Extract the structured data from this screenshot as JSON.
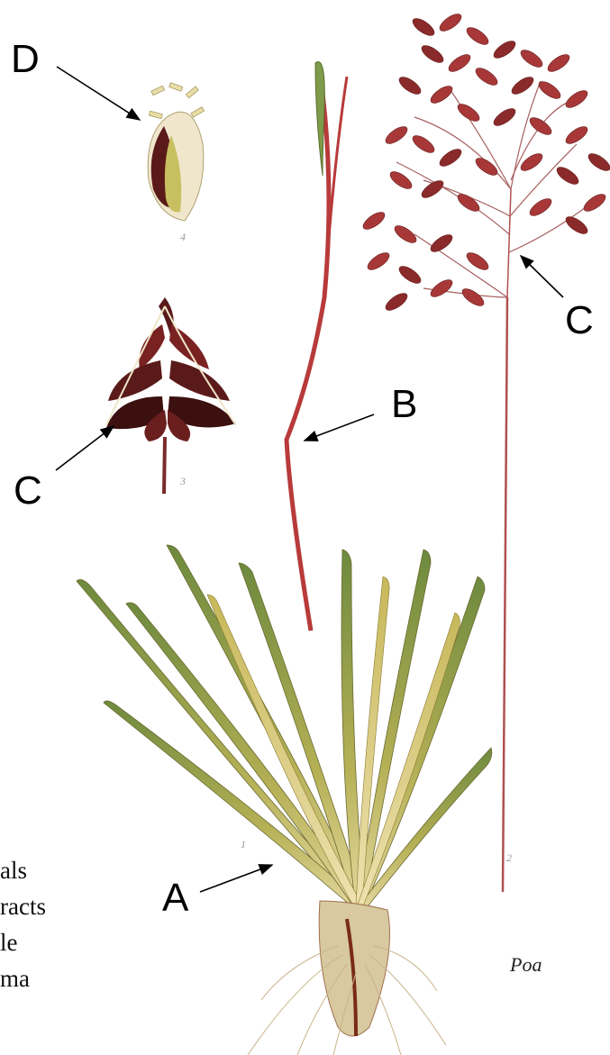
{
  "labels": {
    "a": "A",
    "b": "B",
    "c_right": "C",
    "c_left": "C",
    "d": "D"
  },
  "legend_fragments": [
    "als",
    "racts",
    "le",
    "ma"
  ],
  "genus": "Poa",
  "figure_numbers": [
    "1",
    "2",
    "3",
    "4"
  ],
  "colors": {
    "stem_red": "#b83a3a",
    "spikelet_dark": "#5a1a1a",
    "spikelet_red": "#a83838",
    "leaf_green": "#7f9a4a",
    "leaf_yellow": "#c8b85a",
    "root": "#c9b48a"
  }
}
